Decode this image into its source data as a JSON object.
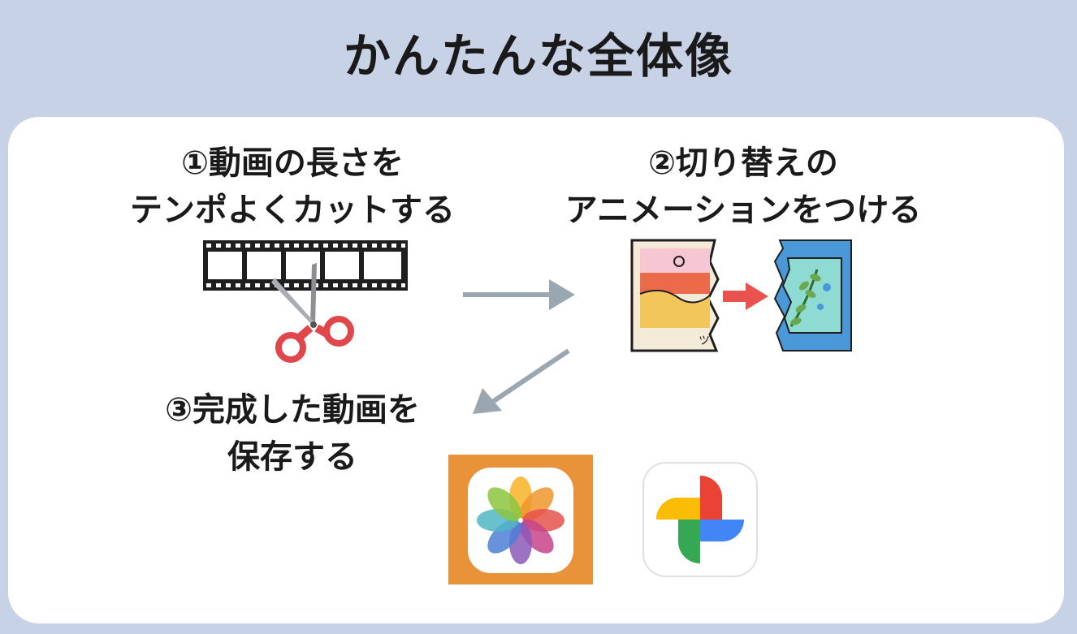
{
  "title": "かんたんな全体像",
  "steps": [
    {
      "line1": "①動画の長さを",
      "line2": "テンポよくカットする"
    },
    {
      "line1": "②切り替えの",
      "line2": "アニメーションをつける"
    },
    {
      "line1": "③完成した動画を",
      "line2": "保存する"
    }
  ],
  "icons": [
    "film-strip-icon",
    "scissors-icon",
    "picture-transition-icon",
    "apple-photos-icon",
    "google-photos-icon"
  ],
  "colors": {
    "background": "#c7d2e6",
    "card": "#ffffff",
    "arrow": "#9aa7b1",
    "scissors": "#e0474c",
    "transition_arrow": "#e9524f",
    "apple_tile": "#e8923a"
  }
}
